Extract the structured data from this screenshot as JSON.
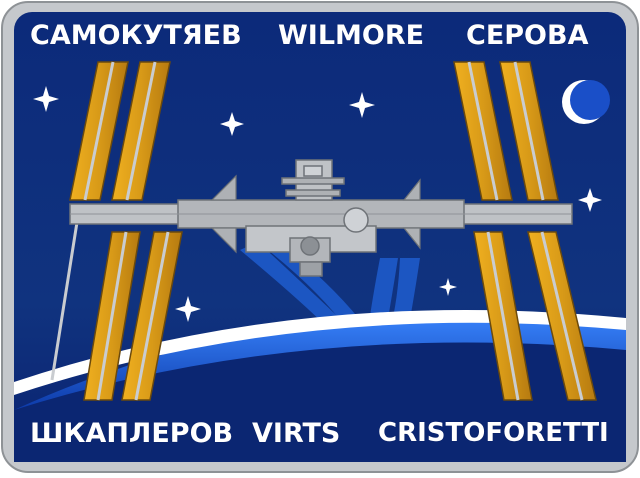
{
  "patch": {
    "crew_top": [
      "САМОКУТЯЕВ",
      "WILMORE",
      "СЕРОВА"
    ],
    "crew_bottom": [
      "ШКАПЛЕРОВ",
      "VIRTS",
      "CRISTOFORETTI"
    ]
  },
  "colors": {
    "border": "#b8bcc0",
    "field": "#0d2a78",
    "panel_gold": "#e0a020",
    "panel_edge": "#7a5510",
    "truss": "#b9bcc0",
    "earth_blue": "#1f5fc9",
    "limb_white": "#ffffff",
    "moon": "#1a4fc8"
  }
}
